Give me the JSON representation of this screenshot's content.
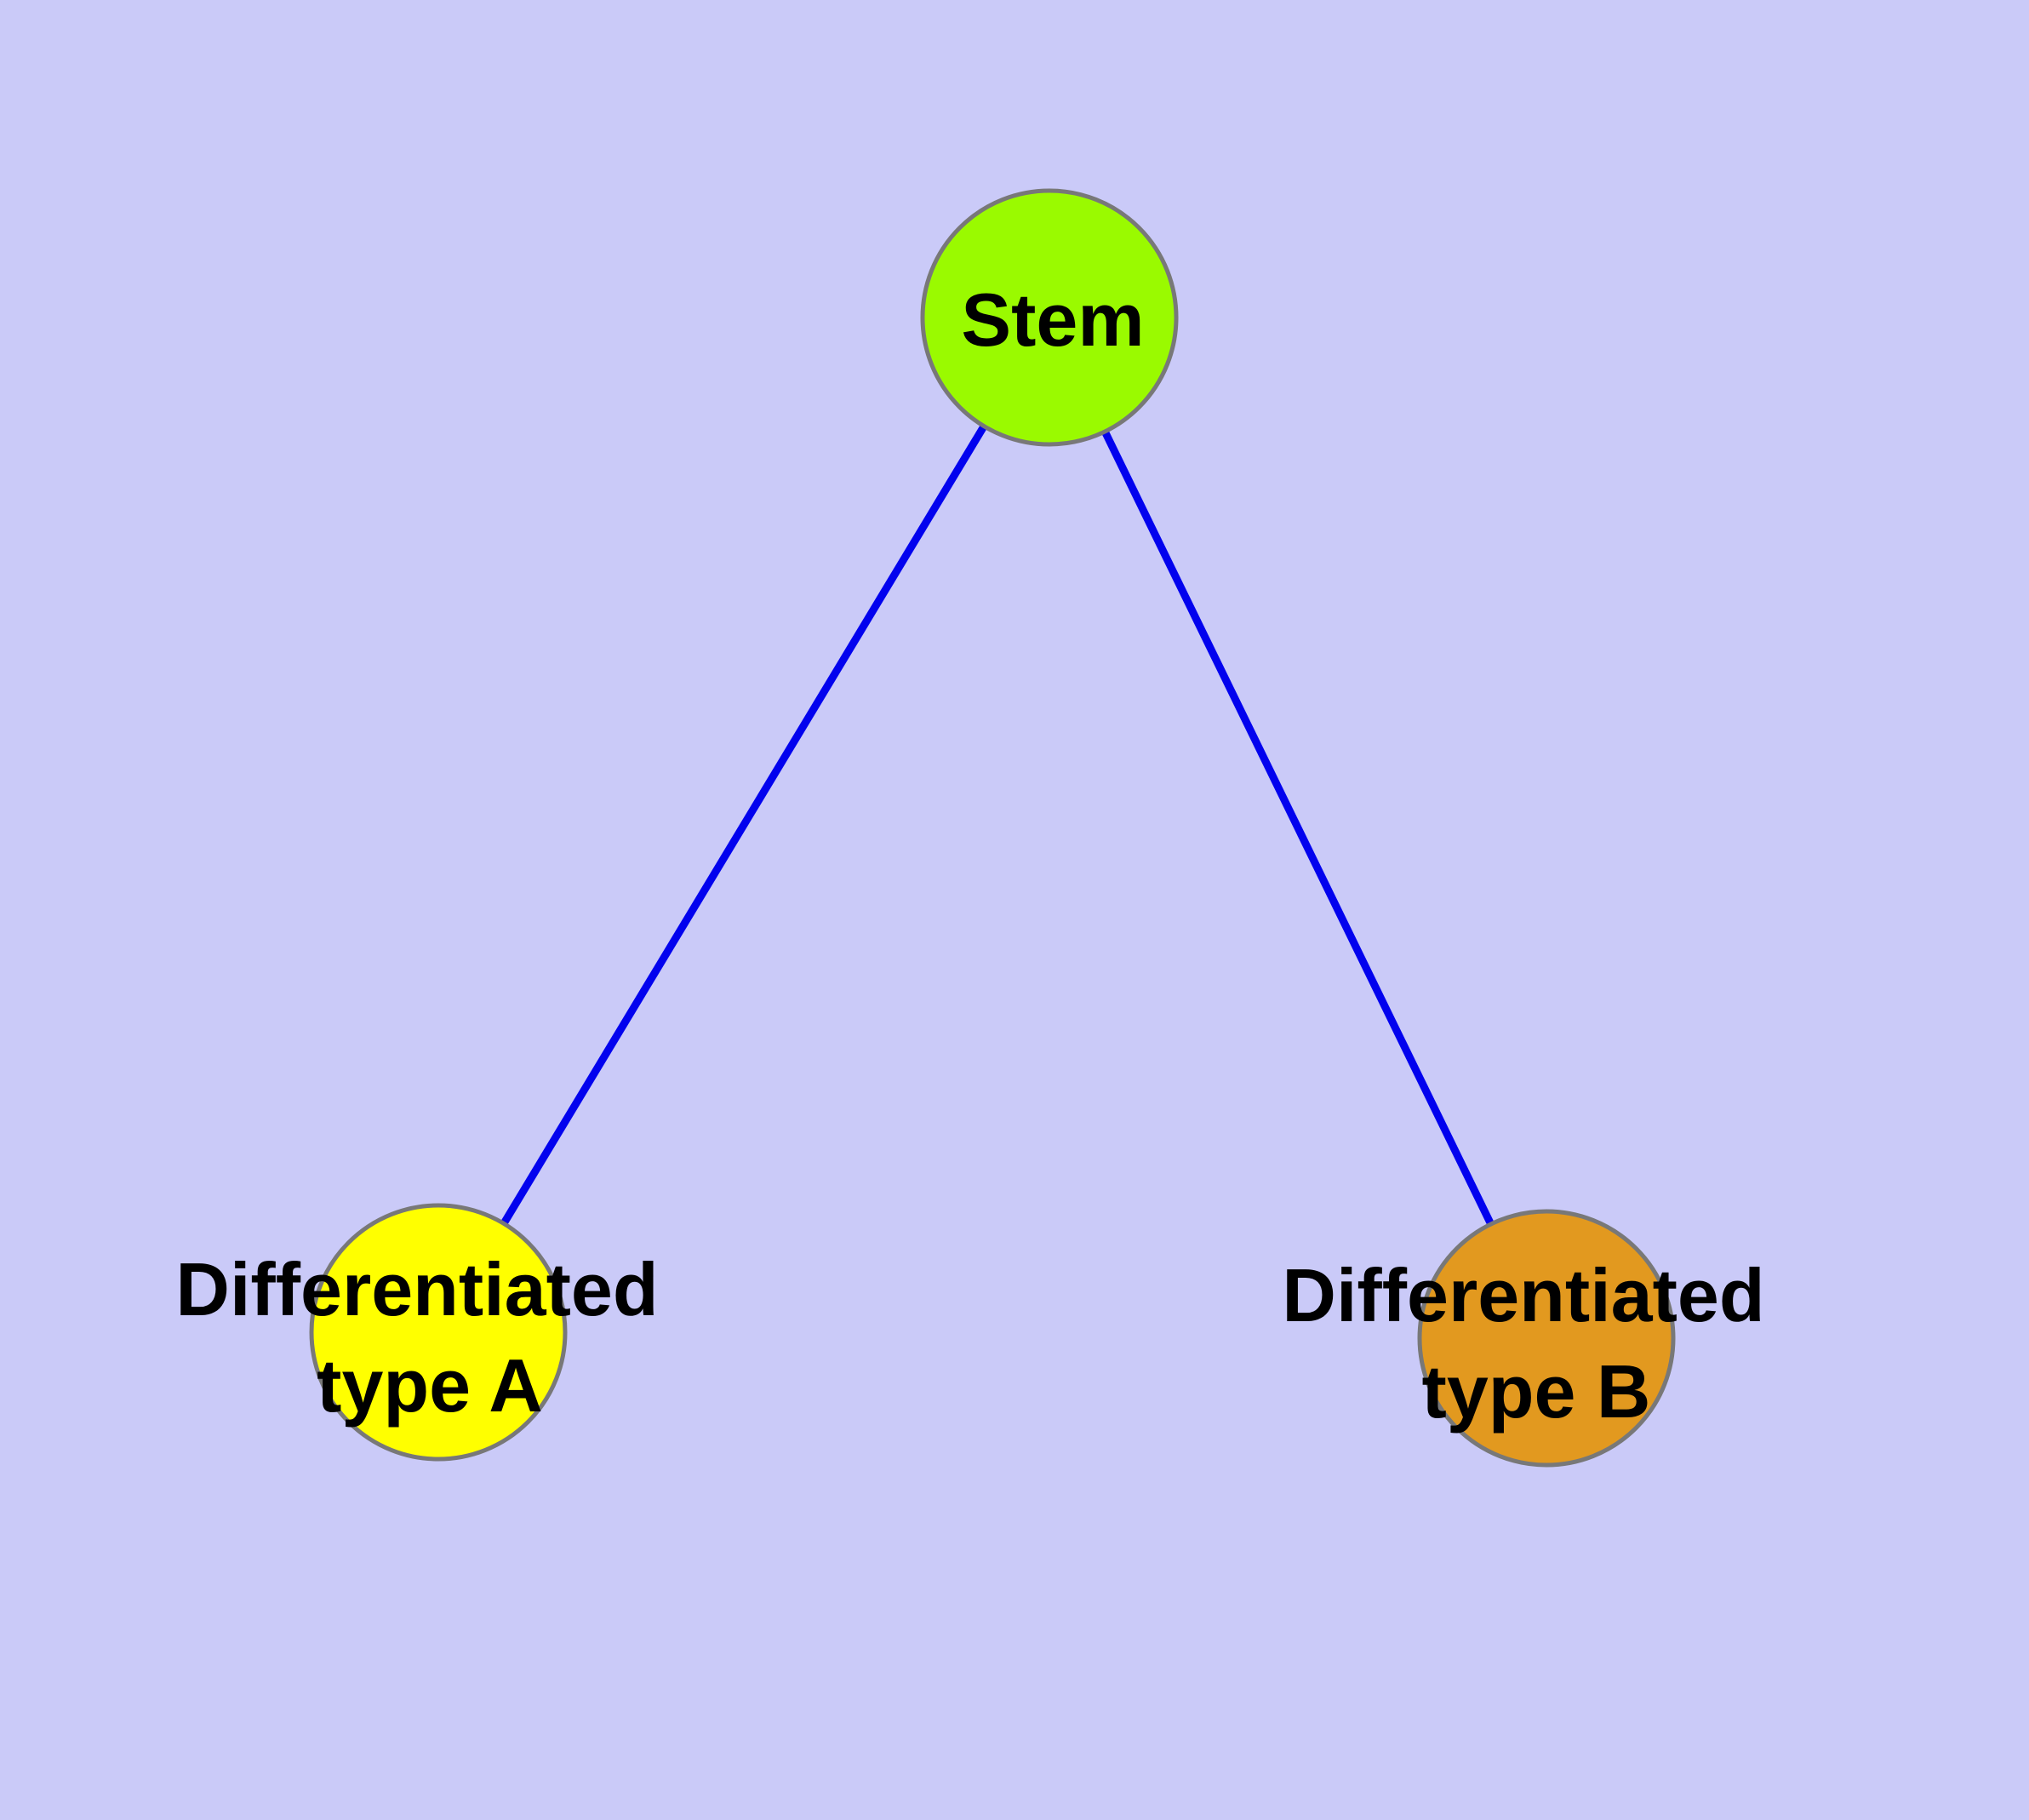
{
  "diagram": {
    "type": "graph",
    "background_color": "#cacaf8",
    "edge_color": "#0202ee",
    "node_border_color": "#787878",
    "text_color": "#000000",
    "nodes": [
      {
        "id": "stem",
        "label": "Stem",
        "label_lines": [
          "Stem"
        ],
        "fill": "#9afa00"
      },
      {
        "id": "differentiated-type-a",
        "label": "Differentiated type A",
        "label_lines": [
          "Differentiated",
          "type A"
        ],
        "fill": "#ffff00"
      },
      {
        "id": "differentiated-type-b",
        "label": "Differentiated type B",
        "label_lines": [
          "Differentiated",
          "type B"
        ],
        "fill": "#e2991f"
      }
    ],
    "edges": [
      {
        "from": "stem",
        "to": "differentiated-type-a"
      },
      {
        "from": "stem",
        "to": "differentiated-type-b"
      }
    ]
  }
}
